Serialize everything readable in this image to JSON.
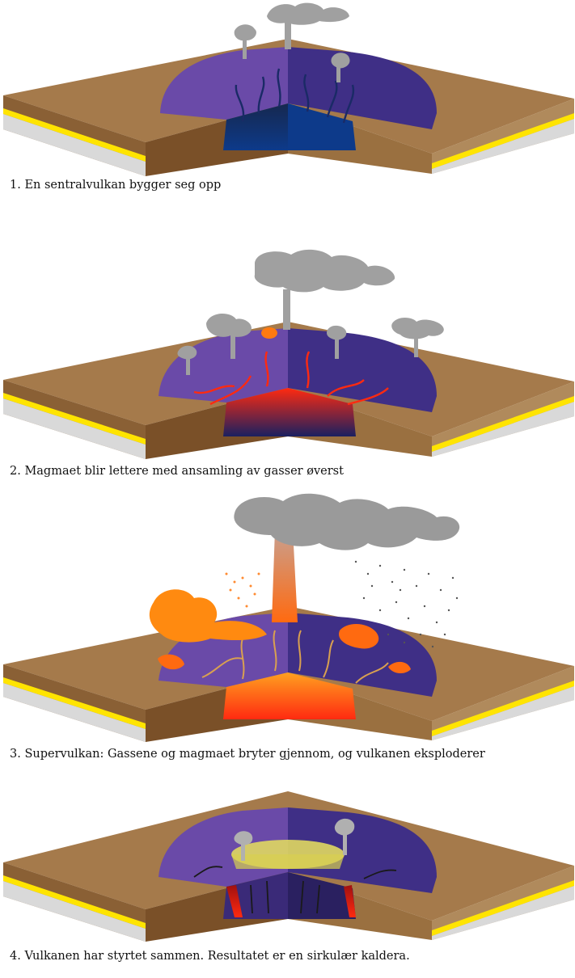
{
  "figure": {
    "steps": [
      {
        "id": "step-1",
        "caption": "1. En sentralvulkan bygger seg opp"
      },
      {
        "id": "step-2",
        "caption": "2. Magmaet blir lettere med ansamling av gasser øverst"
      },
      {
        "id": "step-3",
        "caption": "3. Supervulkan: Gassene og magmaet bryter gjennom, og vulkanen eksploderer"
      },
      {
        "id": "step-4",
        "caption": "4. Vulkanen har styrtet sammen. Resultatet er en sirkulær kaldera."
      }
    ]
  },
  "colors": {
    "ground_top": "#a57a4b",
    "ground_side_dark": "#8a6035",
    "yellow_layer": "#ffe400",
    "bedrock": "#d9d9d9",
    "volcano_purple": "#6a4aa8",
    "volcano_dark": "#3a2a78",
    "magma_blue": "#0d3a8a",
    "magma_red": "#ff2a10",
    "eruption_orange": "#ff7a10",
    "smoke_gray": "#9a9a9a",
    "caldera_yellow": "#e0d860"
  }
}
